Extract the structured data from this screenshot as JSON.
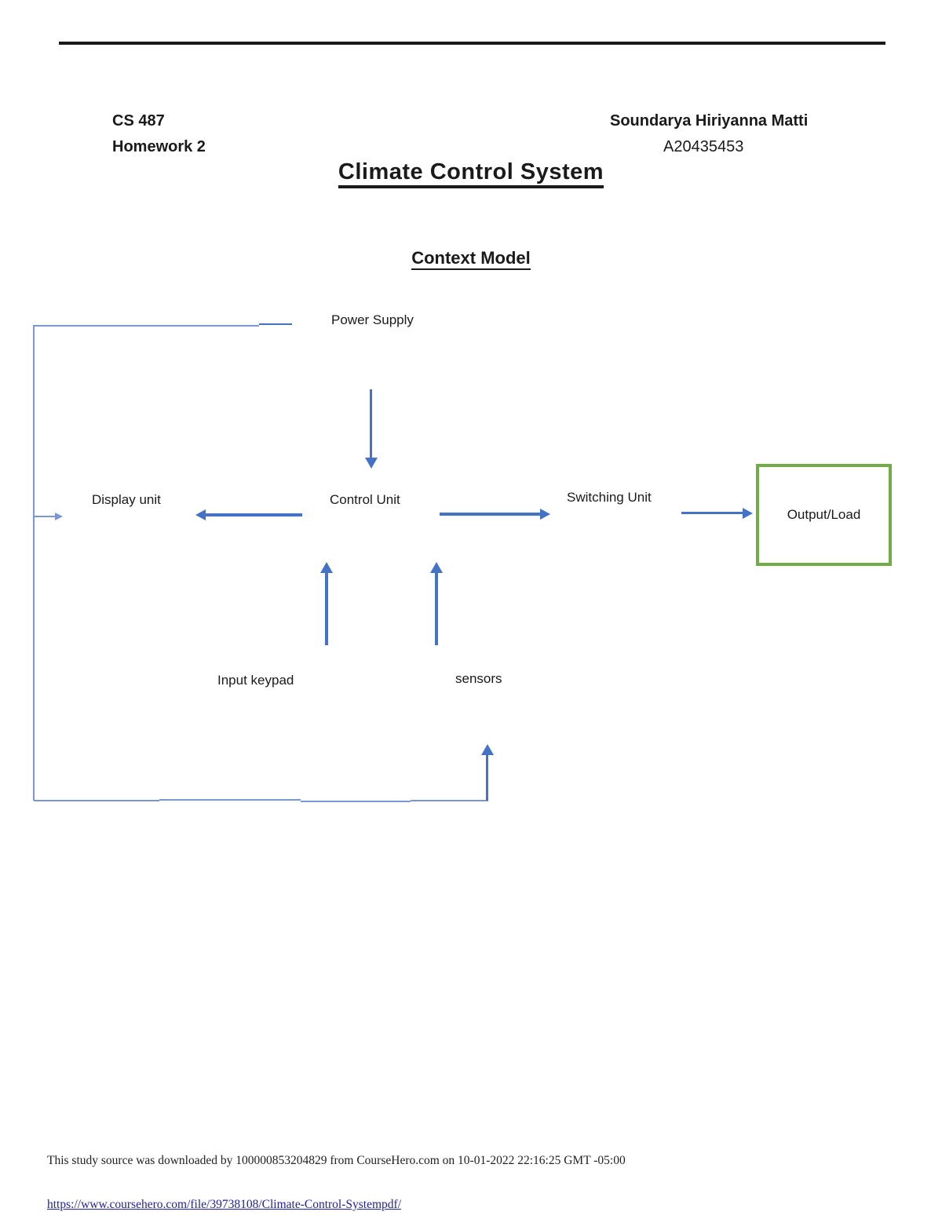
{
  "header": {
    "course": "CS 487",
    "assignment": "Homework 2",
    "author": "Soundarya Hiriyanna Matti",
    "student_id": "A20435453",
    "title": "Climate Control System"
  },
  "diagram": {
    "subtitle": "Context Model",
    "nodes": {
      "power_supply": "Power Supply",
      "display_unit": "Display unit",
      "control_unit": "Control Unit",
      "switching_unit": "Switching Unit",
      "output_load": "Output/Load",
      "input_keypad": "Input keypad",
      "sensors": "sensors"
    }
  },
  "footer": {
    "download_note": "This study source was downloaded by 100000853204829 from CourseHero.com on 10-01-2022 22:16:25 GMT -05:00",
    "source_link": "https://www.coursehero.com/file/39738108/Climate-Control-Systempdf/"
  },
  "colors": {
    "arrow_blue": "#4472C4",
    "thin_line_blue": "#7a96d4",
    "box_green": "#70AD47",
    "link_navy": "#22229C",
    "text_black": "#1a1a1a"
  }
}
